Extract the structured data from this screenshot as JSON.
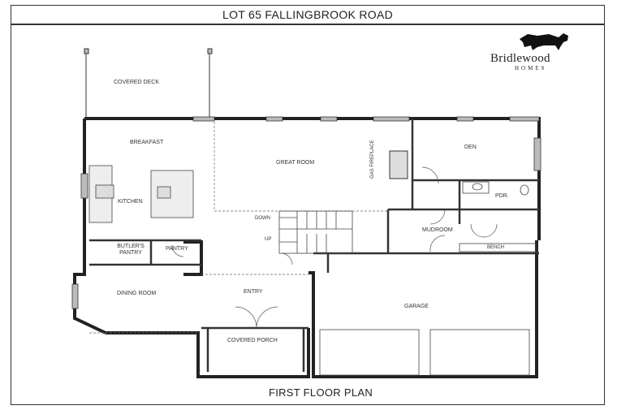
{
  "header": {
    "title": "LOT 65 FALLINGBROOK ROAD"
  },
  "brand": {
    "name": "Bridlewood",
    "sub": "HOMES"
  },
  "footer": {
    "title": "FIRST FLOOR PLAN"
  },
  "rooms": {
    "covered_deck": "COVERED DECK",
    "breakfast": "BREAKFAST",
    "great_room": "GREAT ROOM",
    "gas_fireplace": "GAS FIREPLACE",
    "den": "DEN",
    "kitchen": "KITCHEN",
    "pdr": "PDR.",
    "down": "DOWN",
    "up": "UP",
    "mudroom": "MUDROOM",
    "butlers_pantry": "BUTLER'S PANTRY",
    "pantry": "PANTRY",
    "bench": "BENCH",
    "dining_room": "DINING ROOM",
    "entry": "ENTRY",
    "garage": "GARAGE",
    "covered_porch": "COVERED PORCH"
  }
}
